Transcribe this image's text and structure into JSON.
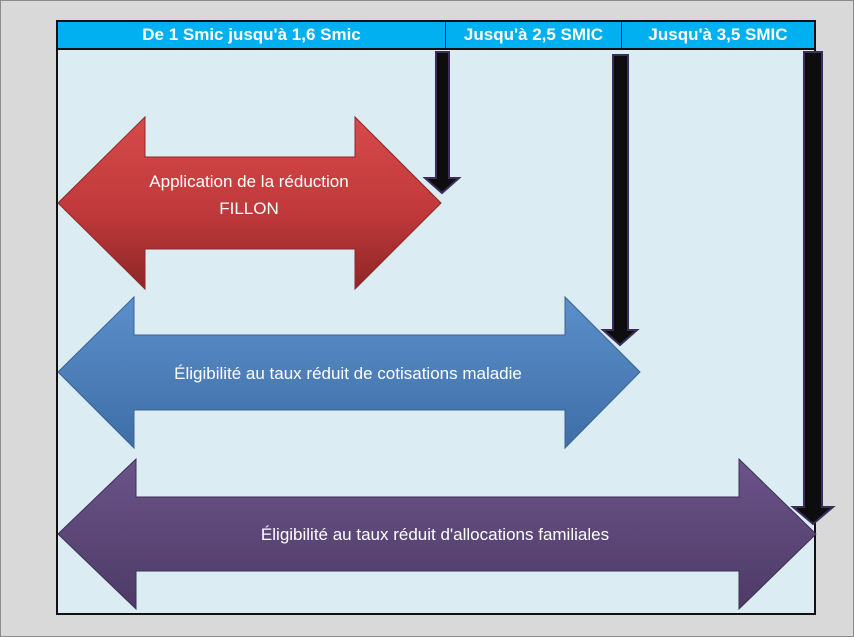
{
  "header": {
    "cells": [
      "De 1 Smic jusqu'à 1,6 Smic",
      "Jusqu'à 2,5 SMIC",
      "Jusqu'à 3,5 SMIC"
    ]
  },
  "arrows": {
    "fillon": {
      "line1": "Application de la réduction",
      "line2": "FILLON",
      "color": "#c0393b"
    },
    "maladie": {
      "label": "Éligibilité au taux réduit de cotisations maladie",
      "color": "#4f81bd"
    },
    "familiales": {
      "label": "Éligibilité au taux réduit d'allocations familiales",
      "color": "#604a7b"
    }
  },
  "colors": {
    "header": "#00b0f0",
    "panel": "#dbedf2",
    "pointer": "#0d0d0d"
  }
}
